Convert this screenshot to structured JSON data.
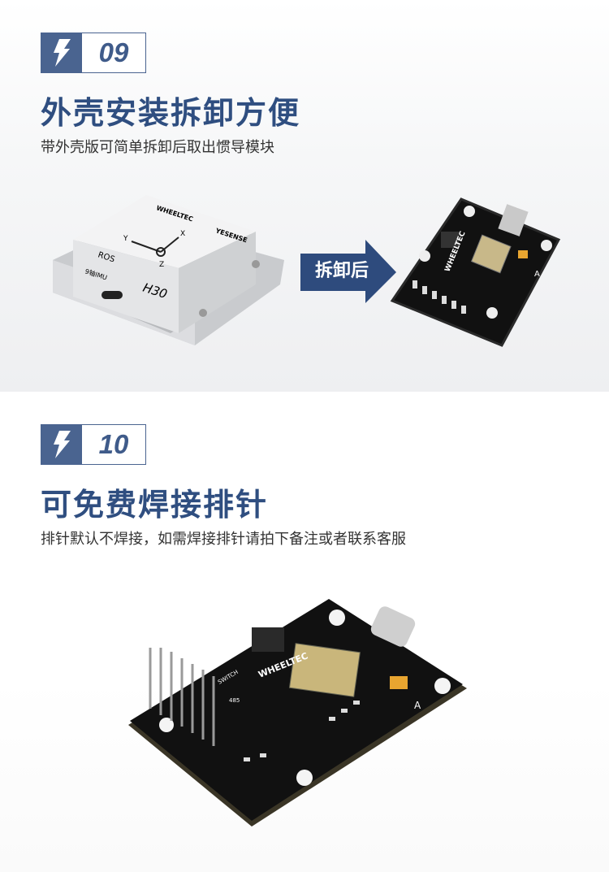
{
  "sections": [
    {
      "number": "09",
      "icon": "lightning-icon",
      "title": "外壳安装拆卸方便",
      "subtitle": "带外壳版可简单拆卸后取出惯导模块",
      "arrow_label": "拆卸后",
      "housing": {
        "brand": "WHEELTEC",
        "brand2": "YESENSE",
        "model": "H30",
        "tag1": "ROS",
        "tag2": "9轴IMU",
        "axis_x": "X",
        "axis_y": "Y",
        "axis_z": "Z"
      },
      "board": {
        "brand": "WHEELTEC",
        "mark": "A"
      }
    },
    {
      "number": "10",
      "icon": "lightning-icon",
      "title": "可免费焊接排针",
      "subtitle": "排针默认不焊接，如需焊接排针请拍下备注或者联系客服",
      "board": {
        "brand": "WHEELTEC",
        "mark": "A",
        "switch": "SWITCH",
        "label485": "485"
      }
    }
  ],
  "colors": {
    "accent": "#4a6490",
    "title": "#2f4e80",
    "pcb": "#111111"
  }
}
